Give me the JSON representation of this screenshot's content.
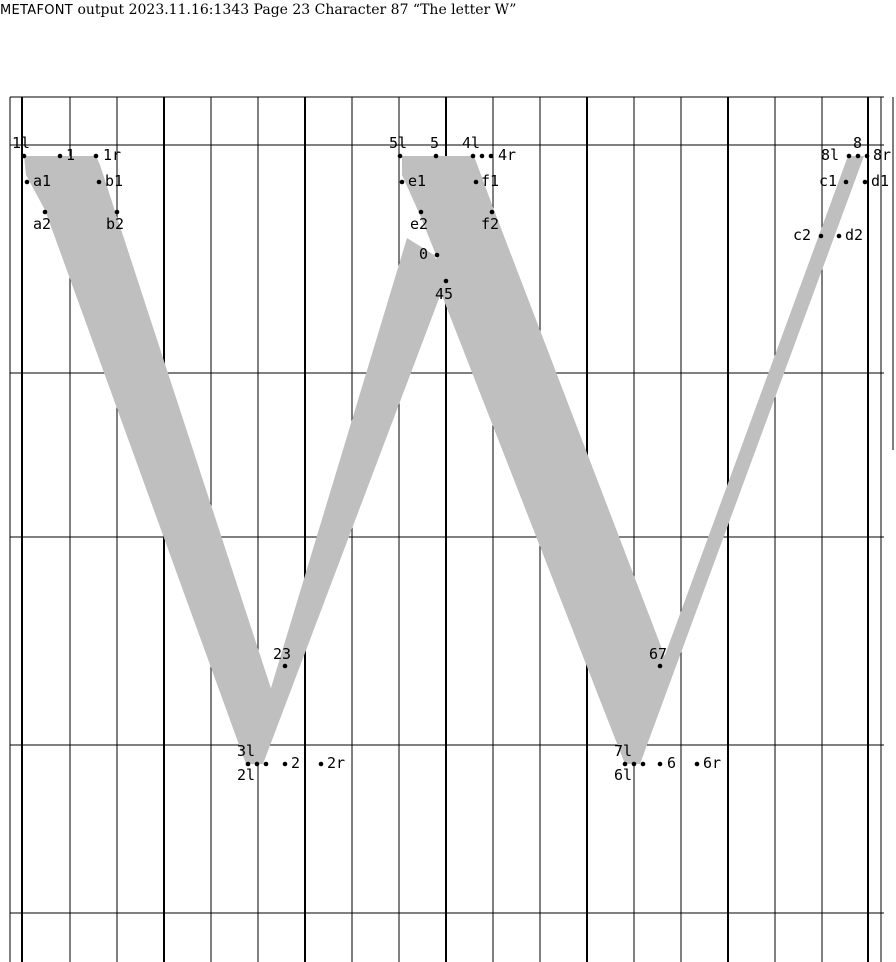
{
  "header": {
    "program": "METAFONT",
    "rest": " output 2023.11.16:1343  Page 23  Character 87  “The letter W”"
  },
  "colors": {
    "fill": "#bfbfbf",
    "ink": "#000000",
    "background": "#ffffff"
  },
  "labels": [
    "1l",
    "1",
    "1r",
    "a1",
    "b1",
    "a2",
    "b2",
    "5l",
    "5",
    "4l",
    "4r",
    "e1",
    "f1",
    "e2",
    "f2",
    "0",
    "45",
    "8",
    "8l",
    "8r",
    "c1",
    "d1",
    "c2",
    "d2",
    "23",
    "3l",
    "2l",
    "2",
    "2r",
    "67",
    "7l",
    "6l",
    "6",
    "6r"
  ]
}
